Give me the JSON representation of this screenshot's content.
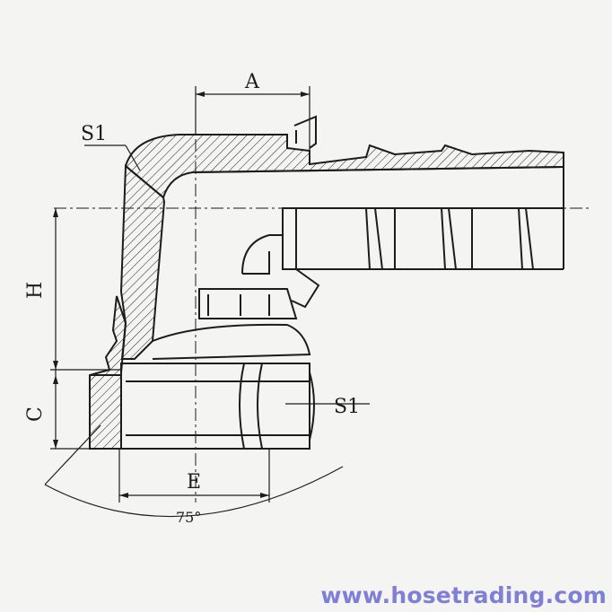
{
  "labels": {
    "dim_a": "A",
    "seal_top": "S1",
    "dim_h": "H",
    "dim_c": "C",
    "nut_size": "S1",
    "dim_e": "E",
    "angle": "75°"
  },
  "watermark": {
    "text": "www.hosetrading.com",
    "color": "#7f7fd6"
  },
  "colors": {
    "ink": "#1c1c1c",
    "paper": "#f4f4f2"
  }
}
